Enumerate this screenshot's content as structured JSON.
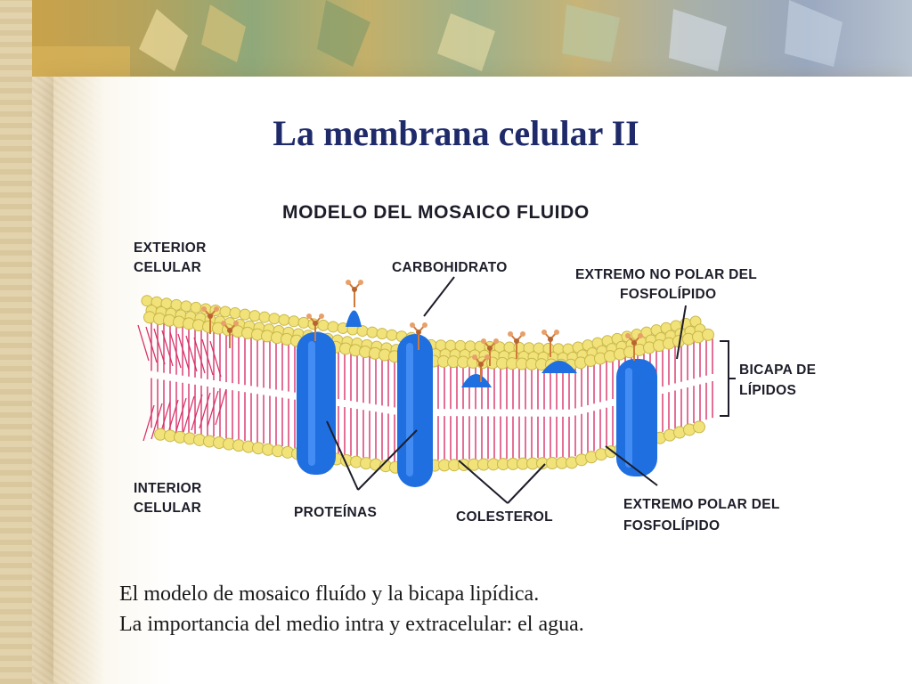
{
  "slide": {
    "title": "La membrana celular II"
  },
  "diagram": {
    "heading": "MODELO DEL MOSAICO FLUIDO",
    "labels": {
      "exterior_1": "EXTERIOR",
      "exterior_2": "CELULAR",
      "interior_1": "INTERIOR",
      "interior_2": "CELULAR",
      "carbohidrato": "CARBOHIDRATO",
      "no_polar_1": "EXTREMO NO POLAR DEL",
      "no_polar_2": "FOSFOLÍPIDO",
      "bicapa_1": "BICAPA DE",
      "bicapa_2": "LÍPIDOS",
      "proteinas": "PROTEÍNAS",
      "colesterol": "COLESTEROL",
      "polar_1": "EXTREMO POLAR DEL",
      "polar_2": "FOSFOLÍPIDO"
    },
    "colors": {
      "lipid_head": "#f1e27a",
      "lipid_tail": "#d8336a",
      "protein": "#1f6fe0",
      "carbohydrate": "#d07a3a"
    }
  },
  "caption": {
    "line1": "El modelo de mosaico fluído y la bicapa lipídica.",
    "line2": "La importancia del medio intra y extracelular:  el agua."
  }
}
